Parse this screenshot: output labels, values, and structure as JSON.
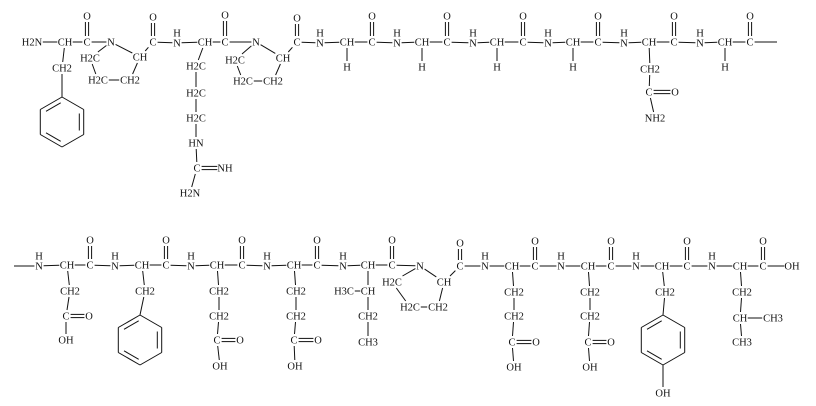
{
  "atoms": [
    "H2N",
    "CH",
    "C",
    "O",
    "CH2",
    "N",
    "H2C",
    "H2C",
    "CH2",
    "CH",
    "C",
    "O",
    "H",
    "N",
    "CH",
    "C",
    "O",
    "H2C",
    "H2C",
    "H2C",
    "HN",
    "C",
    "NH",
    "H2N",
    "N",
    "H2C",
    "H2C",
    "CH2",
    "CH",
    "C",
    "O",
    "H",
    "N",
    "CH",
    "H",
    "C",
    "O",
    "H",
    "N",
    "CH",
    "H",
    "C",
    "O",
    "H",
    "N",
    "CH",
    "H",
    "C",
    "O",
    "H",
    "N",
    "CH",
    "H",
    "C",
    "O",
    "H",
    "N",
    "CH",
    "CH2",
    "C",
    "O",
    "NH2",
    "C",
    "O",
    "H",
    "N",
    "CH",
    "H",
    "C",
    "O",
    "H",
    "N",
    "CH",
    "CH2",
    "C",
    "O",
    "OH",
    "C",
    "O",
    "H",
    "N",
    "CH",
    "CH2",
    "C",
    "O",
    "H",
    "N",
    "CH",
    "CH2",
    "CH2",
    "C",
    "O",
    "OH",
    "C",
    "O",
    "H",
    "N",
    "CH",
    "CH2",
    "CH2",
    "C",
    "O",
    "OH",
    "C",
    "O",
    "H",
    "N",
    "CH",
    "H3C",
    "CH",
    "CH2",
    "CH3",
    "C",
    "O",
    "N",
    "H2C",
    "H2C",
    "CH2",
    "CH",
    "C",
    "O",
    "H",
    "N",
    "CH",
    "CH2",
    "CH2",
    "C",
    "O",
    "OH",
    "C",
    "O",
    "H",
    "N",
    "CH",
    "CH2",
    "CH2",
    "C",
    "O",
    "OH",
    "C",
    "O",
    "H",
    "N",
    "CH",
    "CH2",
    "OH",
    "C",
    "O",
    "H",
    "N",
    "CH",
    "CH2",
    "CH",
    "CH3",
    "CH3",
    "C",
    "O",
    "OH"
  ]
}
